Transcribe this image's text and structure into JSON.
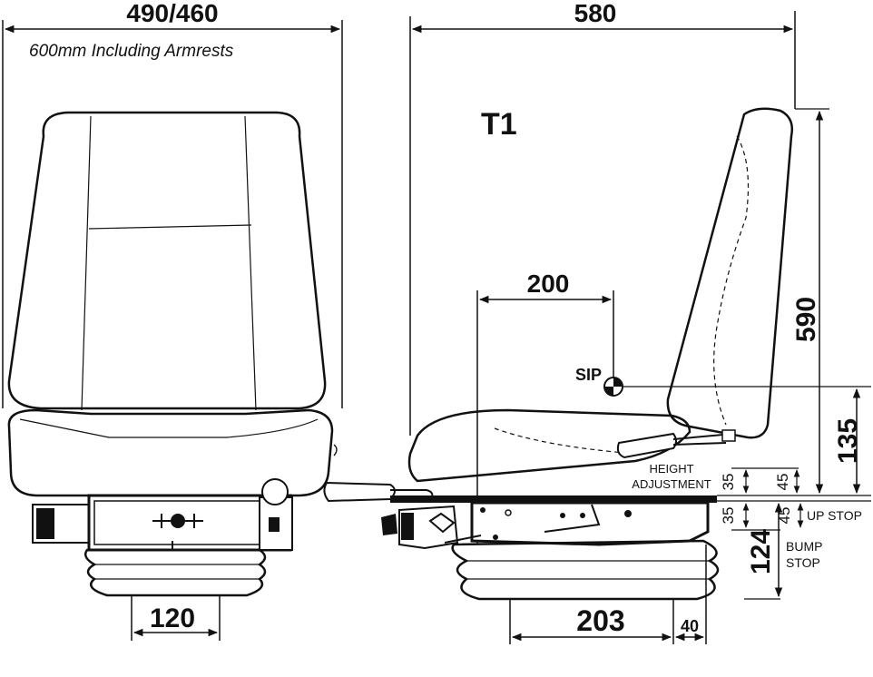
{
  "model": "T1",
  "front_view": {
    "width_label": "490/460",
    "width_note": "600mm Including Armrests",
    "base_width": "120"
  },
  "side_view": {
    "depth_label": "580",
    "sip_offset": "200",
    "sip_label": "SIP",
    "back_height": "590",
    "sip_height": "135",
    "adj_upper": "35",
    "adj_upper_45": "45",
    "height_adjustment": [
      "HEIGHT",
      "ADJUSTMENT"
    ],
    "lower_35": "35",
    "lower_45": "45",
    "up_stop": "UP STOP",
    "bump_stop": [
      "BUMP",
      "STOP"
    ],
    "suspension": "124",
    "base_depth": "203",
    "base_offset": "40"
  }
}
